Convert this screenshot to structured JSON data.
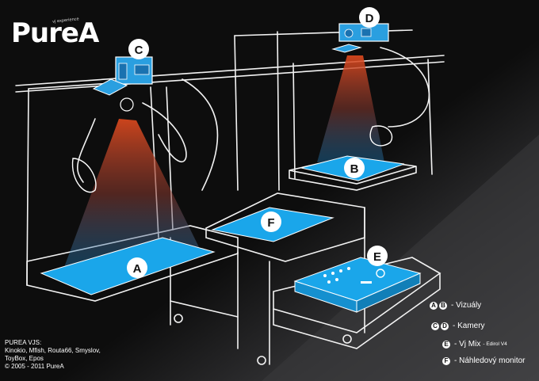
{
  "brand": {
    "logo": "PureA",
    "tagline": "vj experience"
  },
  "markers": {
    "a": "A",
    "b": "B",
    "c": "C",
    "d": "D",
    "e": "E",
    "f": "F"
  },
  "legend": [
    {
      "badges": [
        "A",
        "B"
      ],
      "text": "- Vizuály"
    },
    {
      "badges": [
        "C",
        "D"
      ],
      "text": "- Kamery"
    },
    {
      "badges": [
        "E"
      ],
      "text": "- Vj Mix",
      "note": "- Edirol V4"
    },
    {
      "badges": [
        "F"
      ],
      "text": "- Náhledový monitor"
    }
  ],
  "credits": {
    "line1": "PUREA VJS:",
    "line2": "Kinokio, Mfish, Routa66, Smyslov,",
    "line3": "ToyBox, Epos",
    "line4": "© 2005 - 2011 PureA"
  },
  "colors": {
    "screen": "#1aa6ea",
    "beam_top": "#e04a1e",
    "beam_bottom": "#1f8fd8",
    "background": "#111111"
  }
}
